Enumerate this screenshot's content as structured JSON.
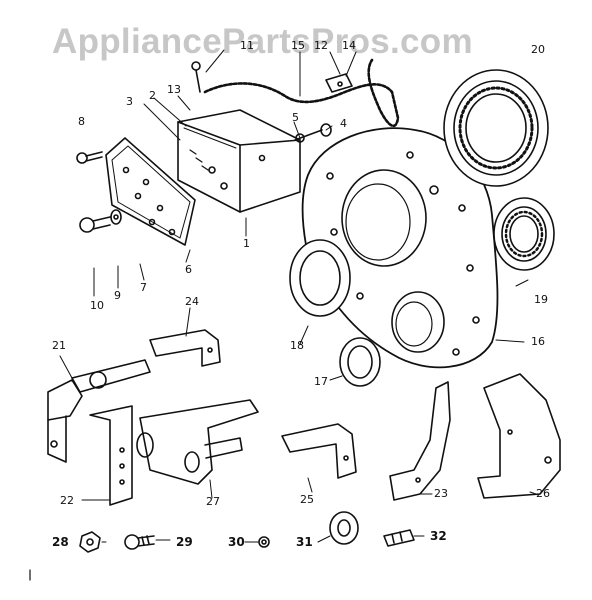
{
  "watermark": "AppliancePartsPros.com",
  "callouts": [
    "1",
    "2",
    "3",
    "4",
    "5",
    "6",
    "7",
    "8",
    "9",
    "10",
    "11",
    "12",
    "13",
    "14",
    "15",
    "16",
    "17",
    "18",
    "19",
    "20",
    "21",
    "22",
    "23",
    "24",
    "25",
    "26",
    "27",
    "28",
    "29",
    "30",
    "31",
    "32"
  ],
  "colors": {
    "ink": "#111111",
    "watermark": "#c7c7c7",
    "paper": "#ffffff"
  }
}
